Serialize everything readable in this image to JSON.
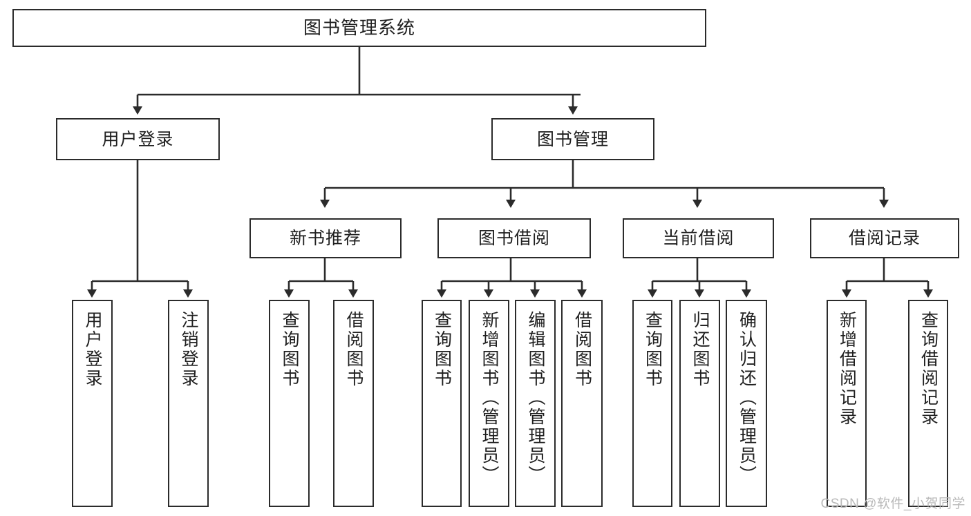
{
  "diagram": {
    "title": "图书管理系统",
    "type": "tree-hierarchy-diagram",
    "root": {
      "id": "root",
      "label": "图书管理系统"
    },
    "level2": [
      {
        "id": "user-login",
        "label": "用户登录"
      },
      {
        "id": "book-manage",
        "label": "图书管理"
      }
    ],
    "level3": [
      {
        "id": "new-book-rec",
        "label": "新书推荐"
      },
      {
        "id": "book-borrow",
        "label": "图书借阅"
      },
      {
        "id": "current-borrow",
        "label": "当前借阅"
      },
      {
        "id": "borrow-record",
        "label": "借阅记录"
      }
    ],
    "leaves": [
      {
        "id": "leaf-user-login",
        "label": "用户登录",
        "parent": "user-login"
      },
      {
        "id": "leaf-logout",
        "label": "注销登录",
        "parent": "user-login"
      },
      {
        "id": "leaf-query-book-1",
        "label": "查询图书",
        "parent": "new-book-rec"
      },
      {
        "id": "leaf-borrow-book-1",
        "label": "借阅图书",
        "parent": "new-book-rec"
      },
      {
        "id": "leaf-query-book-2",
        "label": "查询图书",
        "parent": "book-borrow"
      },
      {
        "id": "leaf-add-book",
        "label": "新增图书（管理员）",
        "parent": "book-borrow"
      },
      {
        "id": "leaf-edit-book",
        "label": "编辑图书（管理员）",
        "parent": "book-borrow"
      },
      {
        "id": "leaf-borrow-book-2",
        "label": "借阅图书",
        "parent": "book-borrow"
      },
      {
        "id": "leaf-query-book-3",
        "label": "查询图书",
        "parent": "current-borrow"
      },
      {
        "id": "leaf-return-book",
        "label": "归还图书",
        "parent": "current-borrow"
      },
      {
        "id": "leaf-confirm-return",
        "label": "确认归还（管理员）",
        "parent": "current-borrow"
      },
      {
        "id": "leaf-add-record",
        "label": "新增借阅记录",
        "parent": "borrow-record"
      },
      {
        "id": "leaf-query-record",
        "label": "查询借阅记录",
        "parent": "borrow-record"
      }
    ],
    "watermark": "CSDN @软件_小贺同学",
    "colors": {
      "stroke": "#2b2b2b",
      "fill": "#ffffff",
      "text": "#1f1f1f",
      "watermark": "#b9b9b9"
    }
  }
}
